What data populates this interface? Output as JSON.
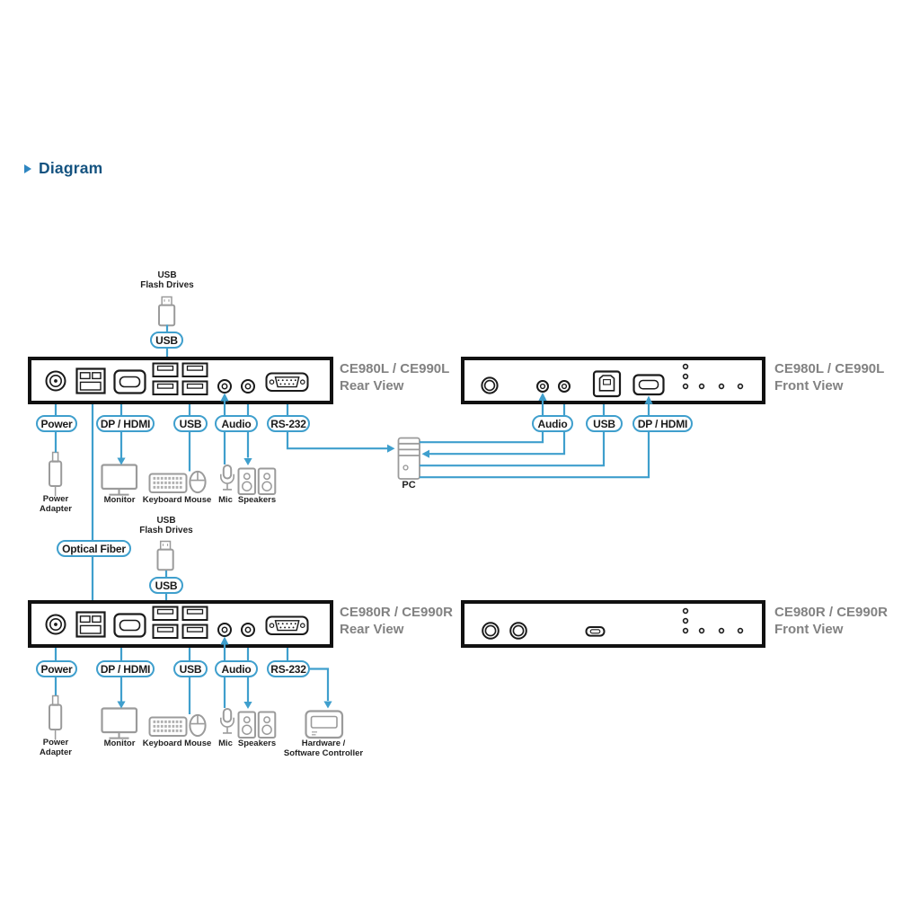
{
  "heading": "Diagram",
  "devices": {
    "top_rear": {
      "model": "CE980L / CE990L",
      "view": "Rear View"
    },
    "top_front": {
      "model": "CE980L / CE990L",
      "view": "Front View"
    },
    "bottom_rear": {
      "model": "CE980R / CE990R",
      "view": "Rear View"
    },
    "bottom_front": {
      "model": "CE980R / CE990R",
      "view": "Front View"
    }
  },
  "port_labels": {
    "power": "Power",
    "dp_hdmi": "DP / HDMI",
    "usb": "USB",
    "audio": "Audio",
    "rs232": "RS-232",
    "optical_fiber": "Optical Fiber"
  },
  "usb_flash": {
    "line1": "USB",
    "line2": "Flash Drives"
  },
  "peripherals": {
    "power_adapter_line1": "Power",
    "power_adapter_line2": "Adapter",
    "monitor": "Monitor",
    "keyboard_mouse": "Keyboard Mouse",
    "mic": "Mic",
    "speakers": "Speakers",
    "pc": "PC",
    "controller_line1": "Hardware /",
    "controller_line2": "Software Controller"
  },
  "icons": [
    "bullet-arrow-icon",
    "usb-flash-drive-icon",
    "power-adapter-icon",
    "monitor-icon",
    "keyboard-icon",
    "mouse-icon",
    "mic-icon",
    "speakers-icon",
    "pc-tower-icon",
    "hardware-software-controller-icon"
  ],
  "colors": {
    "line_blue": "#3f9fcd",
    "heading_blue": "#155380",
    "heading_arrow_blue": "#2e86c1",
    "label_gray": "#828282",
    "icon_gray": "#9b9b9b",
    "device_border": "#111111"
  }
}
